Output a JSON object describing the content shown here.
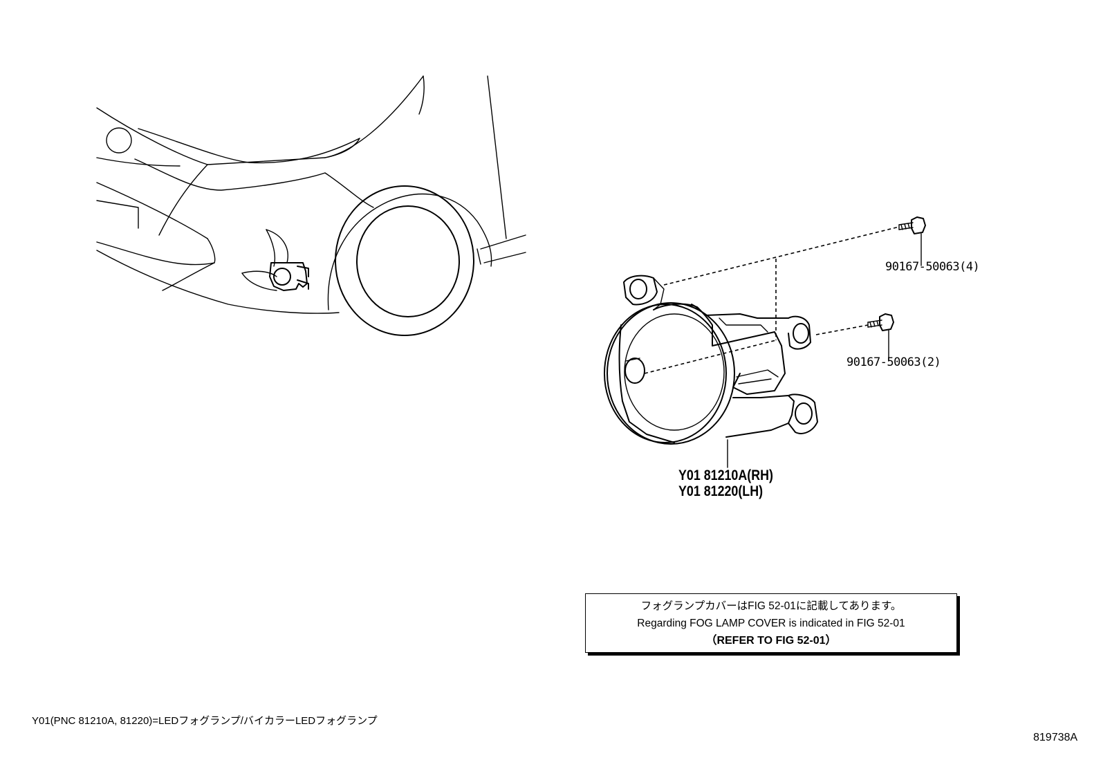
{
  "labels": {
    "bolt_upper": "90167-50063(4)",
    "bolt_lower": "90167-50063(2)",
    "fog_lamp_rh": "Y01 81210A(RH)",
    "fog_lamp_lh": "Y01 81220(LH)"
  },
  "note": {
    "line_jp": "フォグランプカバーはFIG 52-01に記載してあります。",
    "line_en": "Regarding FOG LAMP COVER is indicated in FIG 52-01",
    "line_ref": "（REFER TO FIG 52-01）"
  },
  "footnote": "Y01(PNC 81210A, 81220)=LEDフォグランプ/バイカラーLEDフォグランプ",
  "figure_id": "819738A"
}
